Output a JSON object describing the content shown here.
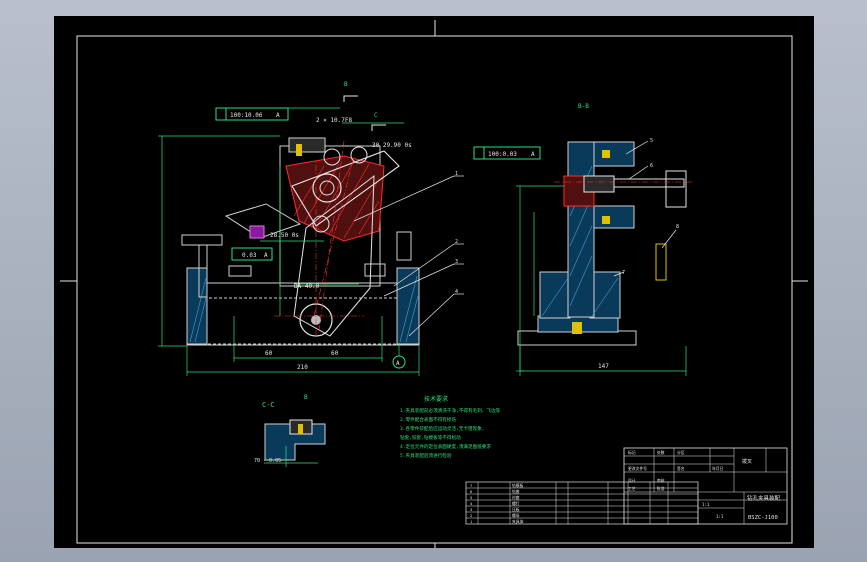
{
  "drawing": {
    "section_bb": "B-B",
    "section_cc": "C-C",
    "view_b_marker": "B",
    "view_c_marker": "C",
    "tol_frame_1": "100:10.06",
    "tol_frame_1_datum": "A",
    "tol_frame_2": "100:0.03",
    "tol_frame_2_datum": "A",
    "tol_frame_3": "0.03",
    "tol_frame_3_datum": "A",
    "dim_top_1": "2 × 10.7F8",
    "dim_top_2": "30 29.90 0s",
    "dim_mid": "28.50 0s",
    "dim_pos": "DA 40.0",
    "dim_60_left": "60",
    "dim_60_right": "60",
    "dim_210": "210",
    "dim_147": "147",
    "dim_cc": "70 - 0.05",
    "datum_a": "A",
    "leaders": [
      "1",
      "2",
      "3",
      "4",
      "5",
      "6",
      "7",
      "8"
    ],
    "notes_title": "技术要求",
    "notes": [
      "1.夹具装配前必须清洗干净,不得有毛刺、飞边等",
      "2.零件配合表面不得有损伤",
      "3.各零件装配后应运动灵活,无卡阻现象,",
      "  钻套,铰套,钻模板等不得松动",
      "4.定位元件的定位表面硬度,须满足图纸要求",
      "5.夹具装配后须进行检验"
    ]
  },
  "title_block": {
    "name": "钻孔夹具装配",
    "drawing_no": "BSZC-J100",
    "product": "拨叉",
    "scale": "1:1",
    "sheet": "1:1",
    "labels": [
      "标记",
      "处数",
      "分区",
      "更改文件号",
      "签名",
      "年月日"
    ],
    "roles": [
      "设计",
      "审核",
      "工艺",
      "批准"
    ]
  },
  "bom": {
    "rows": [
      "7",
      "6",
      "5",
      "4",
      "3",
      "2",
      "1"
    ],
    "names": [
      "钻模板",
      "钻套",
      "衬套",
      "螺钉",
      "压板",
      "螺母",
      "夹具体"
    ]
  }
}
